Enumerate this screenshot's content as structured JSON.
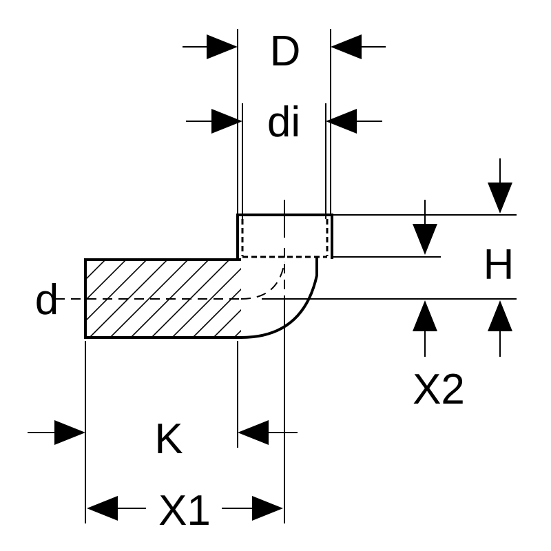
{
  "labels": {
    "D": "D",
    "di": "di",
    "H": "H",
    "d": "d",
    "X2": "X2",
    "K": "K",
    "X1": "X1"
  },
  "colors": {
    "line": "#000000",
    "background": "#ffffff"
  }
}
